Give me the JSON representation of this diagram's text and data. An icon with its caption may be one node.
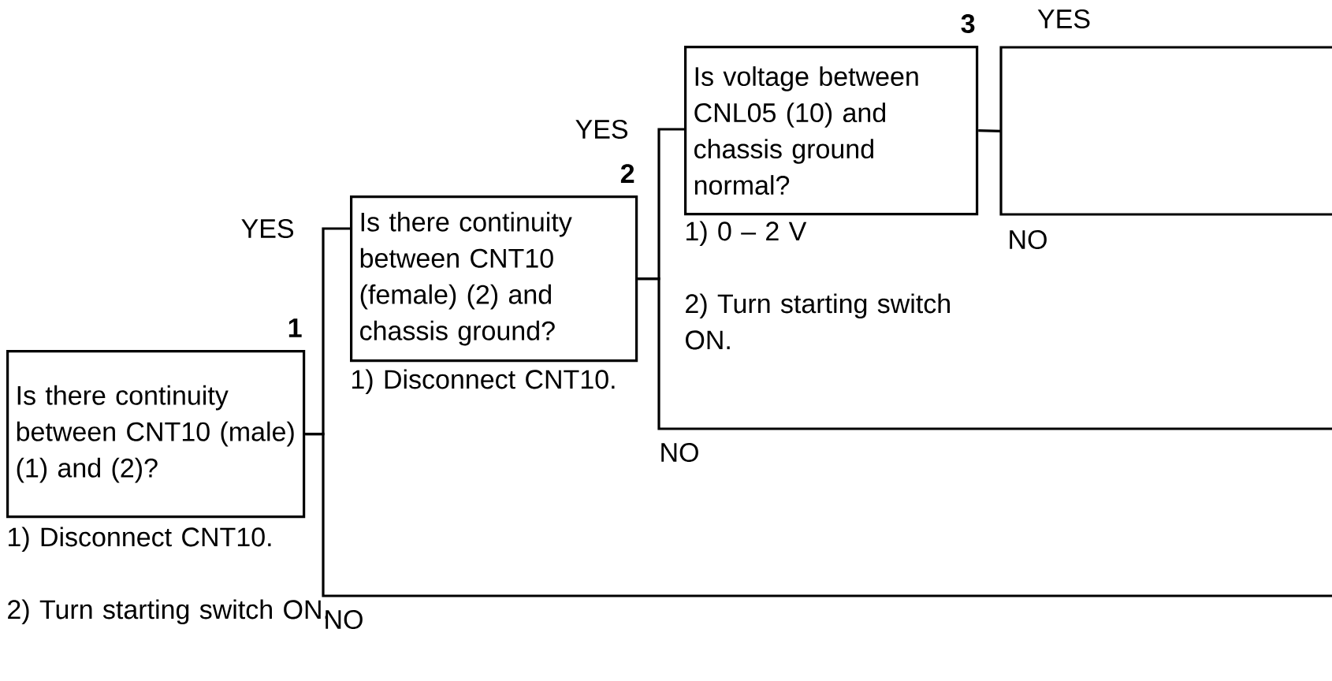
{
  "diagram": {
    "nodes": [
      {
        "text": [
          "Is there continuity between CNT10 (male) (1) and (2)?"
        ],
        "beside": [
          "1",
          "1) Disconnect CNT10.",
          "2) Turn starting switch ON."
        ]
      },
      {
        "text": [
          "Is there continuity between CNT10 (female) (2) and chassis ground?"
        ],
        "beside": [
          "2",
          "1) Disconnect CNT10."
        ]
      },
      {
        "text": [
          "Is voltage between CNL05 (10) and chassis ground normal?"
        ],
        "beside": [
          "3",
          "1) 0 – 2 V",
          "2) Turn starting switch ON."
        ]
      },
      {
        "text": [],
        "shape": "box"
      }
    ],
    "edges": [
      {
        "from": 0,
        "to": 1,
        "arrow": "none",
        "label": "YES"
      },
      {
        "from": 0,
        "to": null,
        "arrow": "none",
        "label": "NO"
      },
      {
        "from": 1,
        "to": 2,
        "arrow": "none",
        "label": "YES"
      },
      {
        "from": 1,
        "to": null,
        "arrow": "none",
        "label": "NO"
      },
      {
        "from": 2,
        "to": 3,
        "arrow": "none",
        "label": "YES"
      }
    ],
    "labels": [
      "NO"
    ]
  }
}
